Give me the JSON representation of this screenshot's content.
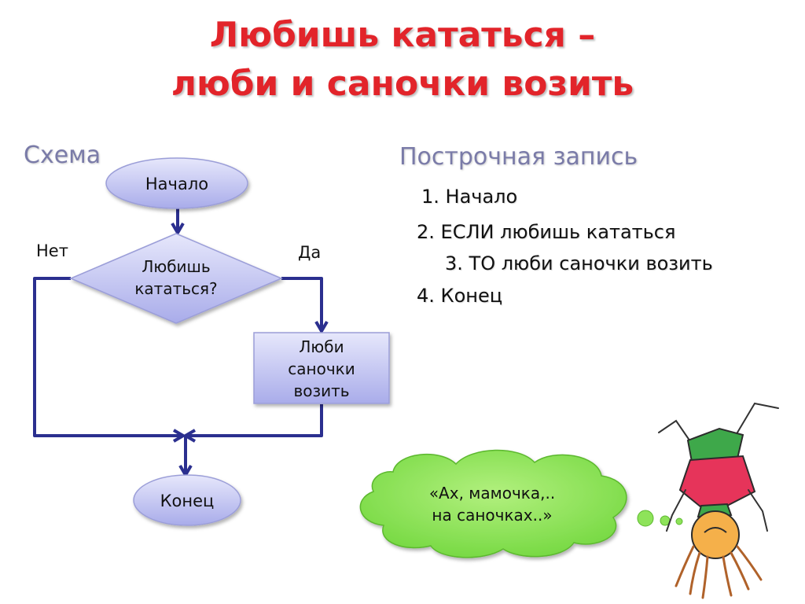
{
  "title": {
    "line1": "Любишь кататься –",
    "line2": "люби и саночки возить"
  },
  "labels": {
    "scheme": "Схема",
    "record": "Построчная запись"
  },
  "flowchart": {
    "start": "Начало",
    "decision_line1": "Любишь",
    "decision_line2": "кататься?",
    "branch_no": "Нет",
    "branch_yes": "Да",
    "action_line1": "Люби",
    "action_line2": "саночки",
    "action_line3": "возить",
    "end": "Конец"
  },
  "record": [
    "1. Начало",
    "2. ЕСЛИ любишь кататься",
    "3. ТО люби саночки возить",
    "4. Конец"
  ],
  "bubble": {
    "line1": "«Ах, мамочка,..",
    "line2": "на саночках..»"
  },
  "colors": {
    "title": "#e2242a",
    "section_label": "#7a7ba8",
    "connector": "#2b2f8f",
    "node_fill": "#c7c9f0",
    "bubble_fill": "#8ee35a"
  }
}
